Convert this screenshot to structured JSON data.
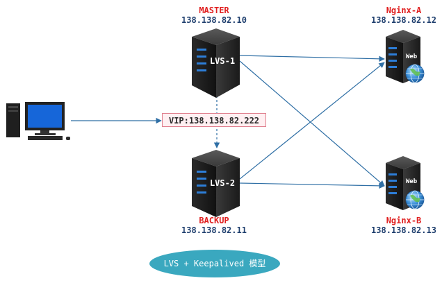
{
  "nodes": {
    "master": {
      "role": "MASTER",
      "ip": "138.138.82.10",
      "name": "LVS-1"
    },
    "backup": {
      "role": "BACKUP",
      "ip": "138.138.82.11",
      "name": "LVS-2"
    },
    "nginx_a": {
      "role": "Nginx-A",
      "ip": "138.138.82.12",
      "label": "Web"
    },
    "nginx_b": {
      "role": "Nginx-B",
      "ip": "138.138.82.13",
      "label": "Web"
    }
  },
  "vip": "VIP:138.138.82.222",
  "title": "LVS + Keepalived 模型",
  "icons": {
    "client": "desktop-computer-icon",
    "server": "rack-server-icon",
    "web": "globe-icon"
  },
  "colors": {
    "role_text": "#e02020",
    "ip_text": "#1f3f6e",
    "arrow": "#2f6fa5",
    "server_body": "#2b2b2b",
    "server_led": "#2d7ed8",
    "vip_border": "#e0808f",
    "vip_fill": "#fff0f2",
    "title_fill": "#3aa8bf"
  }
}
